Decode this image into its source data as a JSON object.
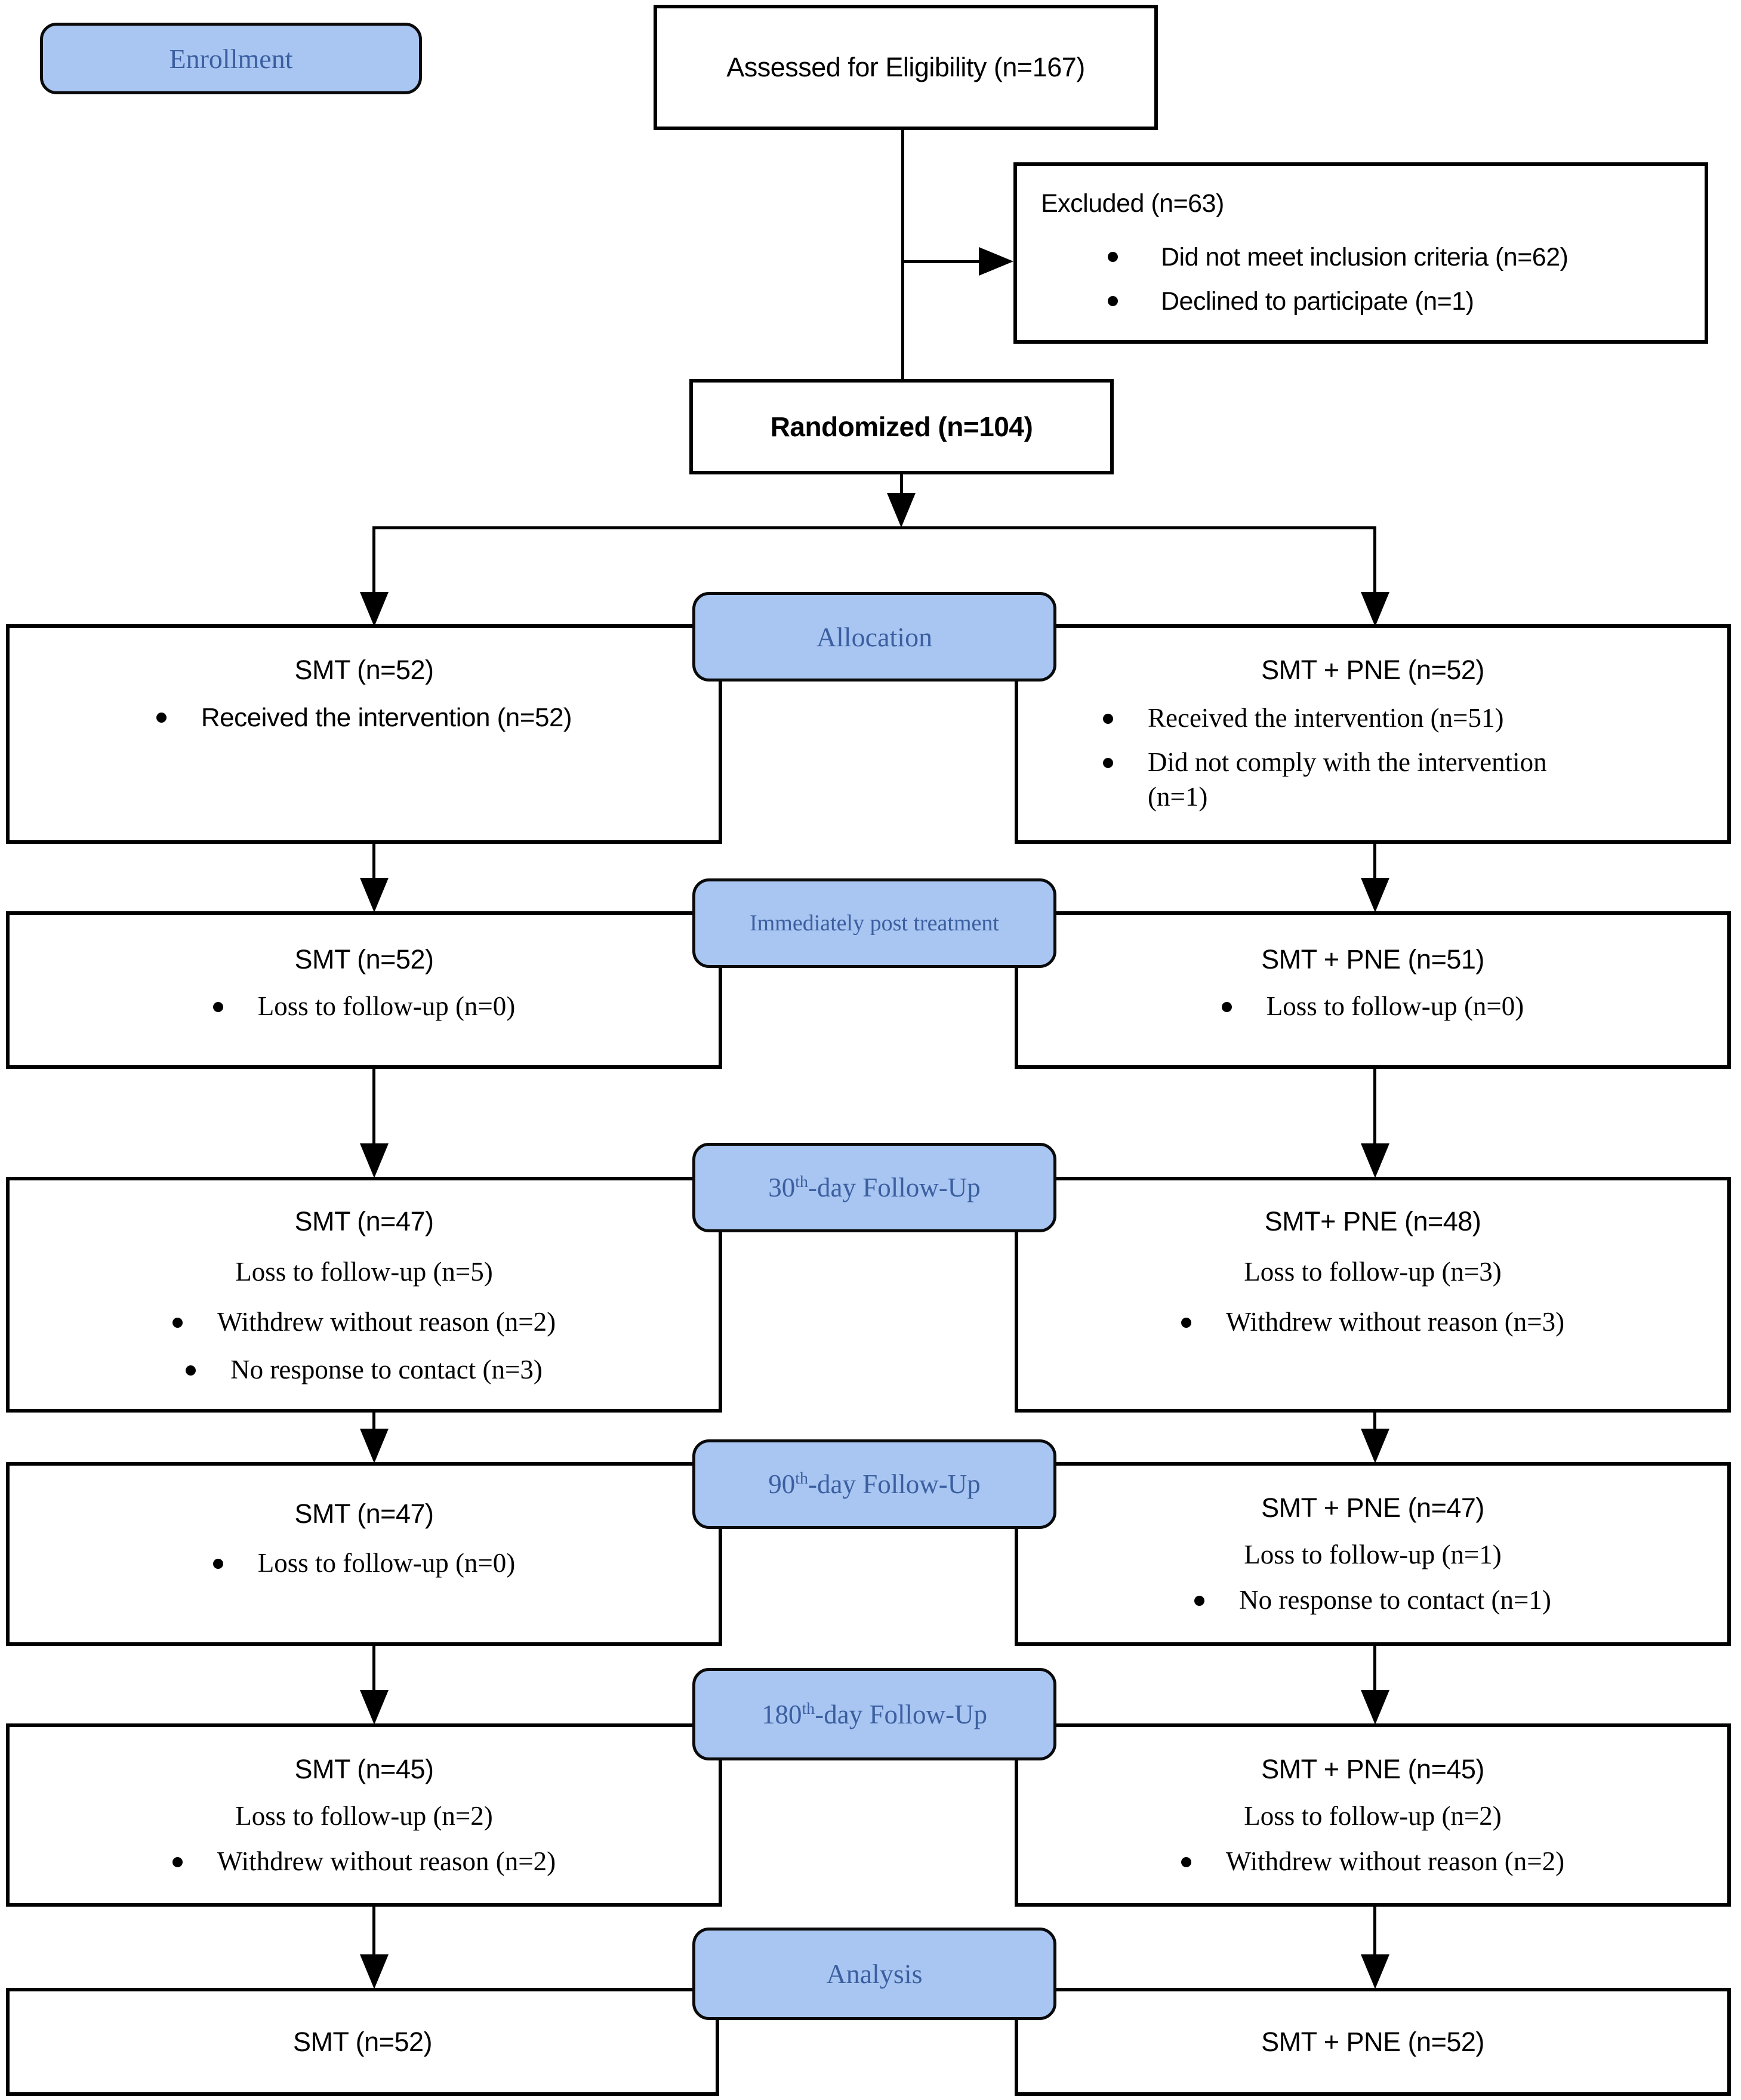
{
  "colors": {
    "label_fill": "#A9C6F2",
    "label_text": "#3B5FA0",
    "box_border": "#000000",
    "line": "#000000"
  },
  "labels": {
    "enrollment": "Enrollment",
    "allocation": "Allocation",
    "post_treatment": "Immediately post treatment",
    "day30": {
      "num": "30",
      "sup": "th",
      "rest": "-day Follow-Up"
    },
    "day90": {
      "num": "90",
      "sup": "th",
      "rest": "-day Follow-Up"
    },
    "day180": {
      "num": "180",
      "sup": "th",
      "rest": "-day Follow-Up"
    },
    "analysis": "Analysis"
  },
  "enrollment": {
    "assessed": "Assessed for Eligibility (n=167)",
    "excluded": {
      "title": "Excluded (n=63)",
      "bullets": [
        "Did not meet inclusion criteria (n=62)",
        "Declined to participate (n=1)"
      ]
    },
    "randomized": "Randomized (n=104)"
  },
  "allocation_row": {
    "left": {
      "title": "SMT (n=52)",
      "bullets": [
        "Received the intervention (n=52)"
      ]
    },
    "right": {
      "title": "SMT + PNE (n=52)",
      "bullets": [
        "Received the intervention (n=51)",
        "Did not comply with the intervention (n=1)"
      ]
    }
  },
  "post_row": {
    "left": {
      "title": "SMT (n=52)",
      "bullets": [
        "Loss to follow-up (n=0)"
      ]
    },
    "right": {
      "title": "SMT + PNE (n=51)",
      "bullets": [
        "Loss to follow-up (n=0)"
      ]
    }
  },
  "day30_row": {
    "left": {
      "title": "SMT (n=47)",
      "subtitle": "Loss to follow-up (n=5)",
      "bullets": [
        "Withdrew without reason (n=2)",
        "No response to contact (n=3)"
      ]
    },
    "right": {
      "title": "SMT+ PNE (n=48)",
      "subtitle": "Loss to follow-up (n=3)",
      "bullets": [
        "Withdrew without reason (n=3)"
      ]
    }
  },
  "day90_row": {
    "left": {
      "title": "SMT (n=47)",
      "bullets": [
        "Loss to follow-up (n=0)"
      ]
    },
    "right": {
      "title": "SMT + PNE (n=47)",
      "subtitle": "Loss to follow-up (n=1)",
      "bullets": [
        "No response to contact (n=1)"
      ]
    }
  },
  "day180_row": {
    "left": {
      "title": "SMT (n=45)",
      "subtitle": "Loss to follow-up (n=2)",
      "bullets": [
        "Withdrew without reason (n=2)"
      ]
    },
    "right": {
      "title": "SMT + PNE (n=45)",
      "subtitle": "Loss to follow-up (n=2)",
      "bullets": [
        "Withdrew without reason (n=2)"
      ]
    }
  },
  "analysis_row": {
    "left": {
      "title": "SMT (n=52)"
    },
    "right": {
      "title": "SMT + PNE (n=52)"
    }
  }
}
